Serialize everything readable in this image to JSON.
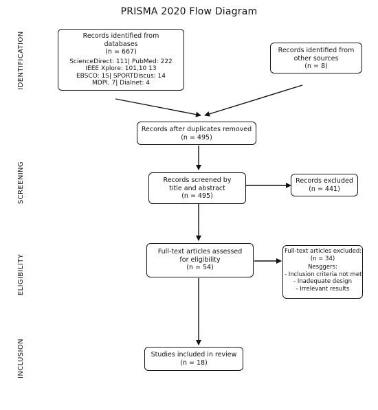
{
  "title": "PRISMA 2020 Flow Diagram",
  "stages": {
    "identification": "IDENTIFICATION",
    "screening": "SCREENING",
    "eligibility": "ELIGIBILITY",
    "inclusion": "INCLUSION"
  },
  "boxes": {
    "records_identified": {
      "heading_1": "Records identified from",
      "heading_2": "databases",
      "count": "(n = 667)",
      "sources": [
        "ScienceDirect: 111| PubMed: 222",
        "IEEE Xplore: 101,10 13",
        "EBSCO: 1S| SPORTDiscus: 14",
        "MDPI, 7| Dialnet: 4"
      ]
    },
    "other_sources": {
      "heading_1": "Records identified from",
      "heading_2": "other sources",
      "count": "(n = 8)"
    },
    "after_duplicates": {
      "heading": "Records after duplicates removed",
      "count": "(n = 495)"
    },
    "screened": {
      "heading_1": "Records screened by",
      "heading_2": "title and abstract",
      "count": "(n = 495)"
    },
    "excluded": {
      "heading": "Records excluded",
      "count": "(n = 441)"
    },
    "fulltext_assessed": {
      "heading_1": "Full-text articles assessed",
      "heading_2": "for eligibility",
      "count": "(n = 54)"
    },
    "fulltext_excluded": {
      "heading": "Full-text articles excluded:",
      "count": "(n = 34)",
      "reasons_label": "Nesggers:",
      "reasons": [
        "- Inclusion criteria not met",
        "- Inadequate design",
        "- Irrelevant results"
      ]
    },
    "included": {
      "heading": "Studies included in review",
      "count": "(n = 18)"
    }
  }
}
